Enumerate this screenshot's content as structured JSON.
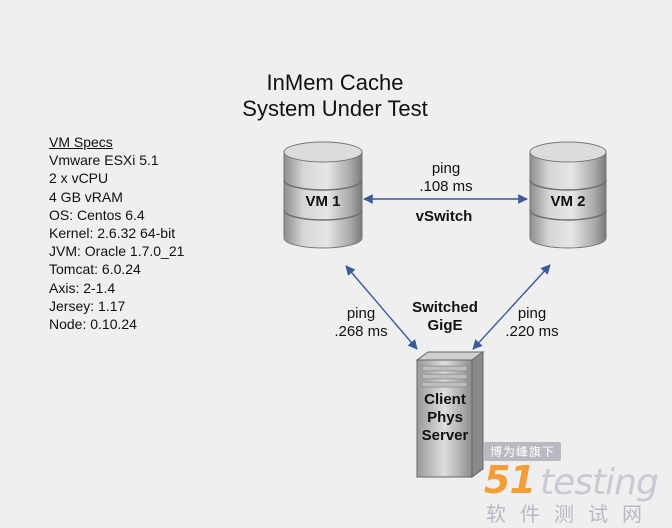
{
  "title": {
    "line1": "InMem Cache",
    "line2": "System Under Test"
  },
  "specs": {
    "header": "VM Specs",
    "lines": [
      "Vmware ESXi 5.1",
      "2 x vCPU",
      "4 GB vRAM",
      "OS: Centos 6.4",
      "Kernel: 2.6.32 64-bit",
      "JVM: Oracle 1.7.0_21",
      "Tomcat: 6.0.24",
      "Axis: 2-1.4",
      "Jersey: 1.17",
      "Node:  0.10.24"
    ]
  },
  "nodes": {
    "vm1": "VM 1",
    "vm2": "VM 2",
    "client": [
      "Client",
      "Phys",
      "Server"
    ]
  },
  "links": {
    "vm_vm": {
      "line1": "ping",
      "line2": ".108 ms",
      "label": "vSwitch"
    },
    "vm1_client": {
      "line1": "ping",
      "line2": ".268 ms"
    },
    "vm2_client": {
      "line1": "ping",
      "line2": ".220 ms"
    },
    "network": {
      "line1": "Switched",
      "line2": "GigE"
    }
  },
  "watermark": {
    "badge": "博为峰旗下",
    "brand_a": "51",
    "brand_b": "testing",
    "sub": "软件测试网"
  },
  "colors": {
    "arrow": "#3a5a9a",
    "cylinder_light": "#d4d4d4",
    "cylinder_dark": "#8c8c8c"
  }
}
